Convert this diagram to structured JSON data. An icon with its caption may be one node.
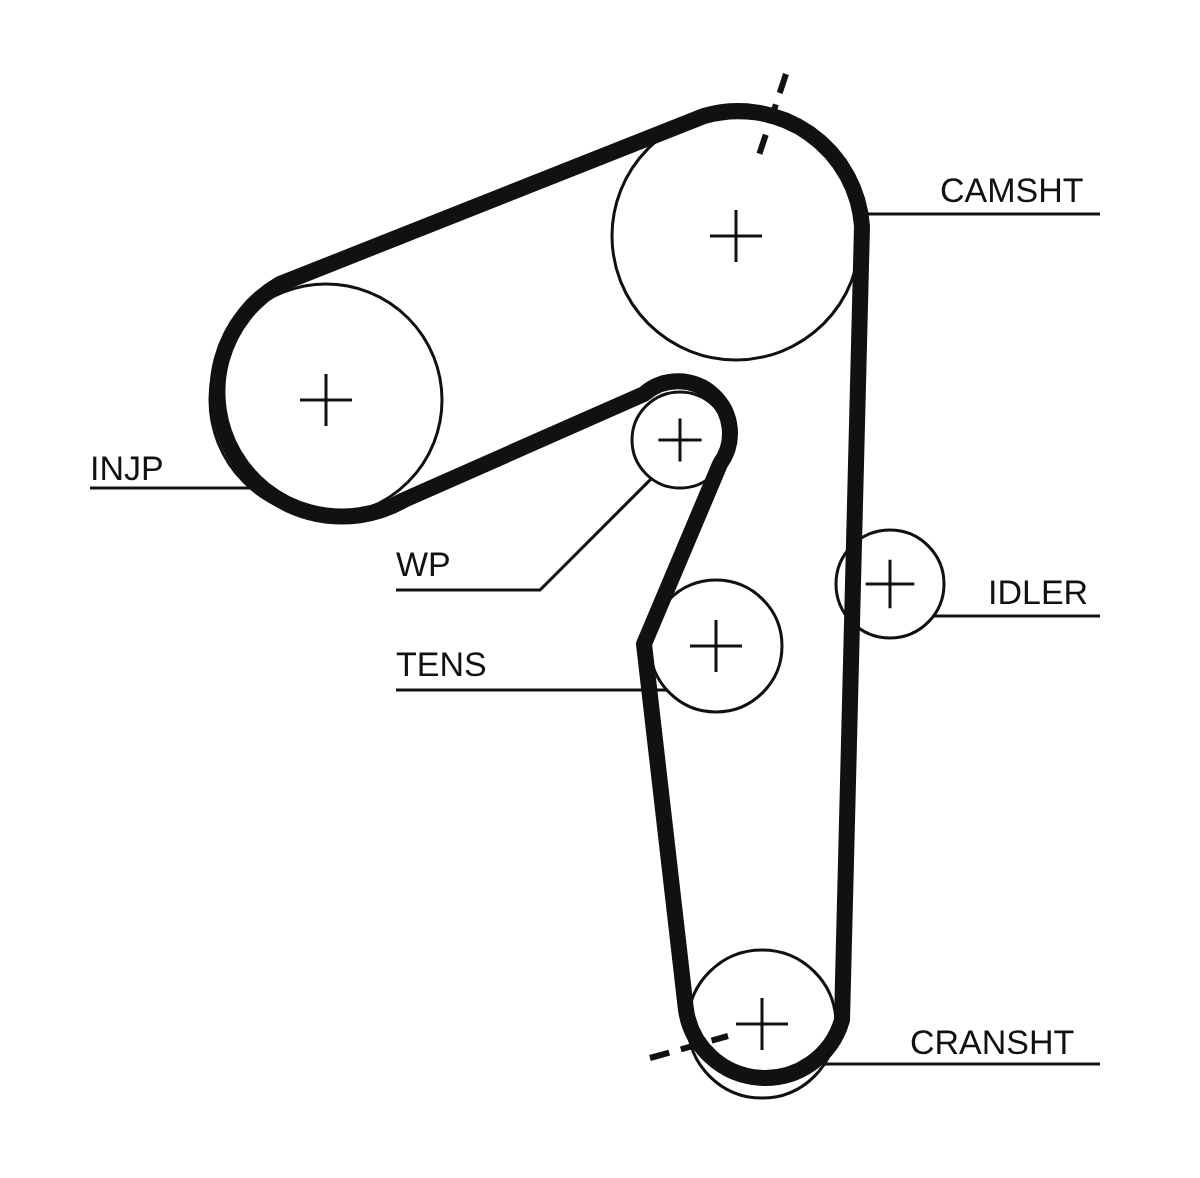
{
  "diagram": {
    "nodes": [
      {
        "text": [
          "CAMSHT"
        ]
      },
      {
        "text": [
          "INJP"
        ]
      },
      {
        "text": [
          "WP"
        ]
      },
      {
        "text": [
          "IDLER"
        ]
      },
      {
        "text": [
          "TENS"
        ]
      },
      {
        "text": [
          "CRANSHT"
        ]
      },
      {
        "text": [],
        "shape": "circle"
      },
      {
        "text": [],
        "shape": "circle"
      },
      {
        "text": [],
        "shape": "circle"
      },
      {
        "text": [],
        "shape": "circle"
      },
      {
        "text": [],
        "shape": "circle"
      },
      {
        "text": [],
        "shape": "circle"
      }
    ],
    "edges": [
      {
        "from": 0,
        "to": 6,
        "arrow": "none"
      },
      {
        "from": 1,
        "to": 7,
        "arrow": "none"
      },
      {
        "from": 2,
        "to": 8,
        "arrow": "none"
      },
      {
        "from": 3,
        "to": 9,
        "arrow": "none"
      },
      {
        "from": 4,
        "to": 10,
        "arrow": "none"
      },
      {
        "from": 5,
        "to": 11,
        "arrow": "none"
      }
    ]
  }
}
